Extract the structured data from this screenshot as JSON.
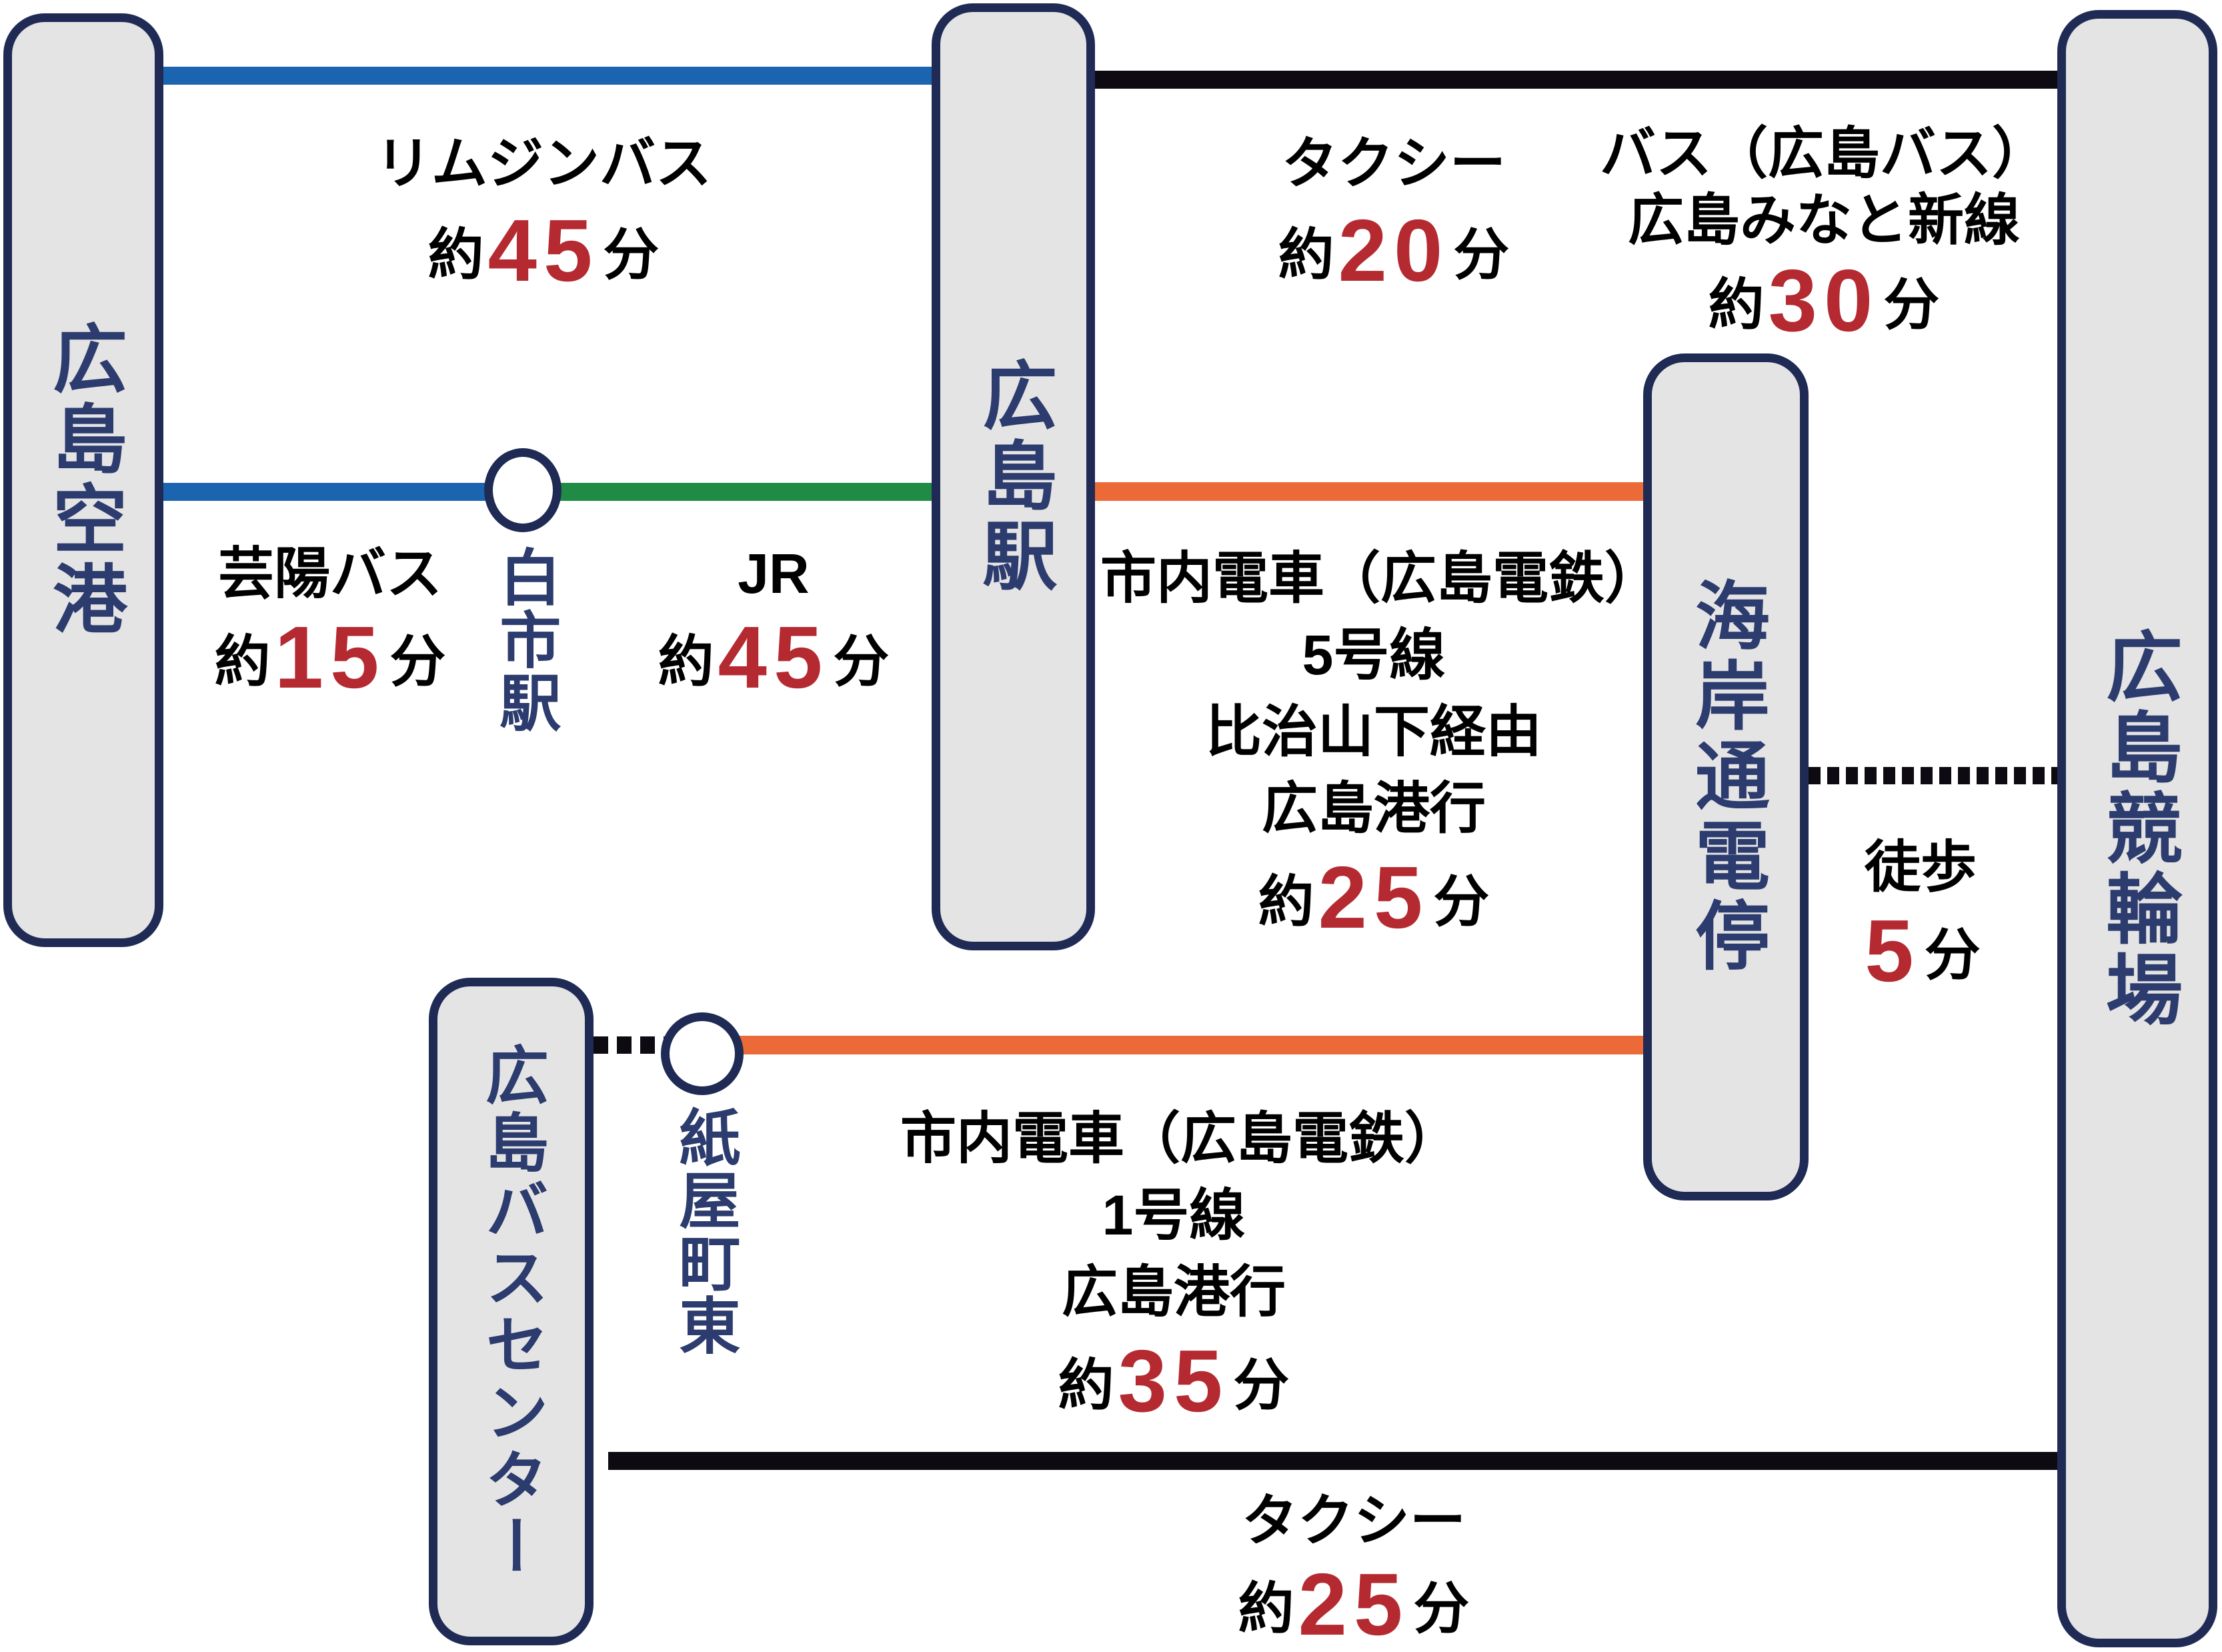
{
  "colors": {
    "line_blue": "#1b64af",
    "line_green": "#208b45",
    "line_orange": "#ec6a38",
    "line_black": "#0d0a12",
    "box_fill": "#e5e4e4",
    "box_border": "#1f2b55",
    "station_text": "#2d3c6e",
    "duration_red": "#b52a31",
    "route_text": "#000000"
  },
  "stations": {
    "airport": "広島空港",
    "hiroshima_station": "広島駅",
    "keirin": "広島競輪場",
    "kaigandori": "海岸通電停",
    "bus_center": "広島バスセンター",
    "shiraichi": "白市駅",
    "kamiyacho_higashi": "紙屋町東"
  },
  "routes": {
    "limousine": {
      "name": "リムジンバス",
      "approx": "約",
      "minutes": "45",
      "unit": "分"
    },
    "taxi_station": {
      "name": "タクシー",
      "approx": "約",
      "minutes": "20",
      "unit": "分"
    },
    "hiroshima_bus": {
      "name": "バス（広島バス）",
      "line": "広島みなと新線",
      "approx": "約",
      "minutes": "30",
      "unit": "分"
    },
    "geiyo_bus": {
      "name": "芸陽バス",
      "approx": "約",
      "minutes": "15",
      "unit": "分"
    },
    "jr": {
      "name": "JR",
      "approx": "約",
      "minutes": "45",
      "unit": "分"
    },
    "tram_5": {
      "name": "市内電車（広島電鉄）",
      "line": "5号線",
      "via": "比治山下経由",
      "dest": "広島港行",
      "approx": "約",
      "minutes": "25",
      "unit": "分"
    },
    "walk": {
      "name": "徒歩",
      "minutes": "5",
      "unit": "分"
    },
    "tram_1": {
      "name": "市内電車（広島電鉄）",
      "line": "1号線",
      "dest": "広島港行",
      "approx": "約",
      "minutes": "35",
      "unit": "分"
    },
    "taxi_buscenter": {
      "name": "タクシー",
      "approx": "約",
      "minutes": "25",
      "unit": "分"
    }
  }
}
